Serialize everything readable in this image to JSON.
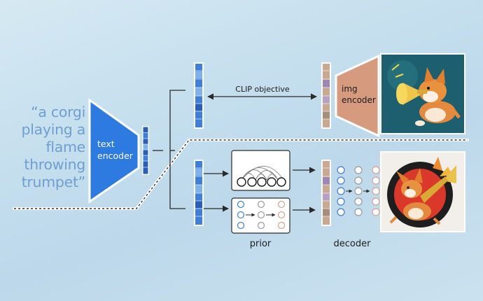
{
  "caption": {
    "lines": [
      "“a corgi",
      "playing a",
      "flame",
      "throwing",
      "trumpet”"
    ],
    "color": "#6f9ed0"
  },
  "text_encoder": {
    "label_line1": "text",
    "label_line2": "encoder",
    "color": "#2d7ae0"
  },
  "img_encoder": {
    "label_line1": "img",
    "label_line2": "encoder",
    "color": "#d69a7f"
  },
  "clip_objective": {
    "label": "CLIP objective"
  },
  "prior": {
    "label": "prior"
  },
  "decoder": {
    "label": "decoder"
  },
  "images": {
    "top": {
      "subject": "corgi-trumpet-image",
      "background": "#1d5f6e"
    },
    "bottom": {
      "subject": "corgi-flame-trumpet-image",
      "background": "#f2eee9"
    }
  },
  "colors": {
    "embedding_blue": "#3f7fd8",
    "embedding_light": "#7fb1ea",
    "embedding_dark": "#2a5fb8",
    "image_embedding_tan": "#c9a892",
    "image_embedding_purple": "#9b88b6",
    "line": "#2a2a2a"
  }
}
